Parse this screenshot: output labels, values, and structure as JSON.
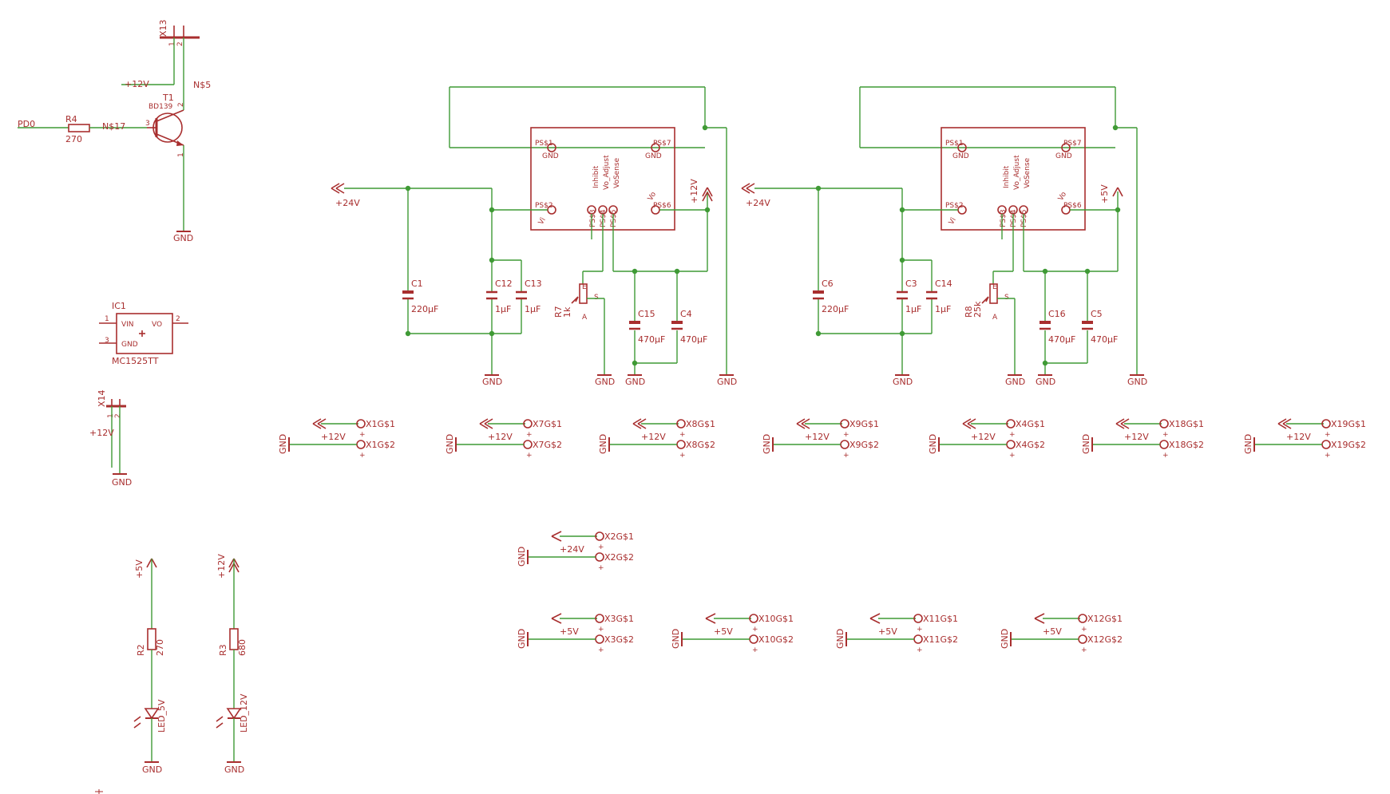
{
  "colors": {
    "wire": "#3f9a35",
    "part": "#a82e2e",
    "background": "#ffffff"
  },
  "transistor": {
    "connector": "X13",
    "pins": [
      "1",
      "2"
    ],
    "supply": "+12V",
    "net_top": "N$5",
    "input": "PD0",
    "resistor": "R4",
    "resistor_value": "270",
    "net_base": "N$17",
    "name": "T1",
    "type": "BD139",
    "pin_b": "3",
    "pin_c": "2",
    "pin_e": "1",
    "gnd": "GND"
  },
  "ic1": {
    "name": "IC1",
    "pin_vin": "VIN",
    "pin_vo": "VO",
    "pin_gnd": "GND",
    "pin1": "1",
    "pin2": "2",
    "pin3": "3",
    "part": "MC1525TT"
  },
  "x14": {
    "name": "X14",
    "pins": [
      "1",
      "2"
    ],
    "supply": "+12V",
    "gnd": "GND"
  },
  "reg_common": {
    "ps1": "PS$1",
    "ps7": "PS$7",
    "ps2": "PS$2",
    "ps6": "PS$6",
    "gnd": "GND",
    "vi": "Vi",
    "vo": "Vo",
    "inhibit": "Inhibit",
    "vo_adjust": "Vo_Adjust",
    "vosense": "VoSense",
    "ps3": "PS$3",
    "ps4": "PS$4",
    "ps5": "PS$5",
    "supply_in": "+24V",
    "ground": "GND",
    "pot_a": "A",
    "pot_e": "E",
    "pot_s": "S"
  },
  "regulators": [
    {
      "out": "+12V",
      "cin": "C1",
      "cin_val": "220µF",
      "cb1": "C12",
      "cb1_val": "1µF",
      "cb2": "C13",
      "cb2_val": "1µF",
      "pot": "R7",
      "pot_val": "1k",
      "co1": "C15",
      "co1_val": "470µF",
      "co2": "C4",
      "co2_val": "470µF"
    },
    {
      "out": "+5V",
      "cin": "C6",
      "cin_val": "220µF",
      "cb1": "C3",
      "cb1_val": "1µF",
      "cb2": "C14",
      "cb2_val": "1µF",
      "pot": "R8",
      "pot_val": "25k",
      "co1": "C16",
      "co1_val": "470µF",
      "co2": "C5",
      "co2_val": "470µF"
    }
  ],
  "connectors_12v": [
    {
      "p1": "X1G$1",
      "p2": "X1G$2",
      "supply": "+12V",
      "gnd": "GND"
    },
    {
      "p1": "X7G$1",
      "p2": "X7G$2",
      "supply": "+12V",
      "gnd": "GND"
    },
    {
      "p1": "X8G$1",
      "p2": "X8G$2",
      "supply": "+12V",
      "gnd": "GND"
    },
    {
      "p1": "X9G$1",
      "p2": "X9G$2",
      "supply": "+12V",
      "gnd": "GND"
    },
    {
      "p1": "X4G$1",
      "p2": "X4G$2",
      "supply": "+12V",
      "gnd": "GND"
    },
    {
      "p1": "X18G$1",
      "p2": "X18G$2",
      "supply": "+12V",
      "gnd": "GND"
    },
    {
      "p1": "X19G$1",
      "p2": "X19G$2",
      "supply": "+12V",
      "gnd": "GND"
    }
  ],
  "connector_24v": {
    "p1": "X2G$1",
    "p2": "X2G$2",
    "supply": "+24V",
    "gnd": "GND"
  },
  "connectors_5v": [
    {
      "p1": "X3G$1",
      "p2": "X3G$2",
      "supply": "+5V",
      "gnd": "GND"
    },
    {
      "p1": "X10G$1",
      "p2": "X10G$2",
      "supply": "+5V",
      "gnd": "GND"
    },
    {
      "p1": "X11G$1",
      "p2": "X11G$2",
      "supply": "+5V",
      "gnd": "GND"
    },
    {
      "p1": "X12G$1",
      "p2": "X12G$2",
      "supply": "+5V",
      "gnd": "GND"
    }
  ],
  "leds": [
    {
      "supply": "+5V",
      "res": "R2",
      "res_val": "270",
      "led": "LED_5V",
      "gnd": "GND"
    },
    {
      "supply": "+12V",
      "res": "R3",
      "res_val": "680",
      "led": "LED_12V",
      "gnd": "GND"
    }
  ]
}
